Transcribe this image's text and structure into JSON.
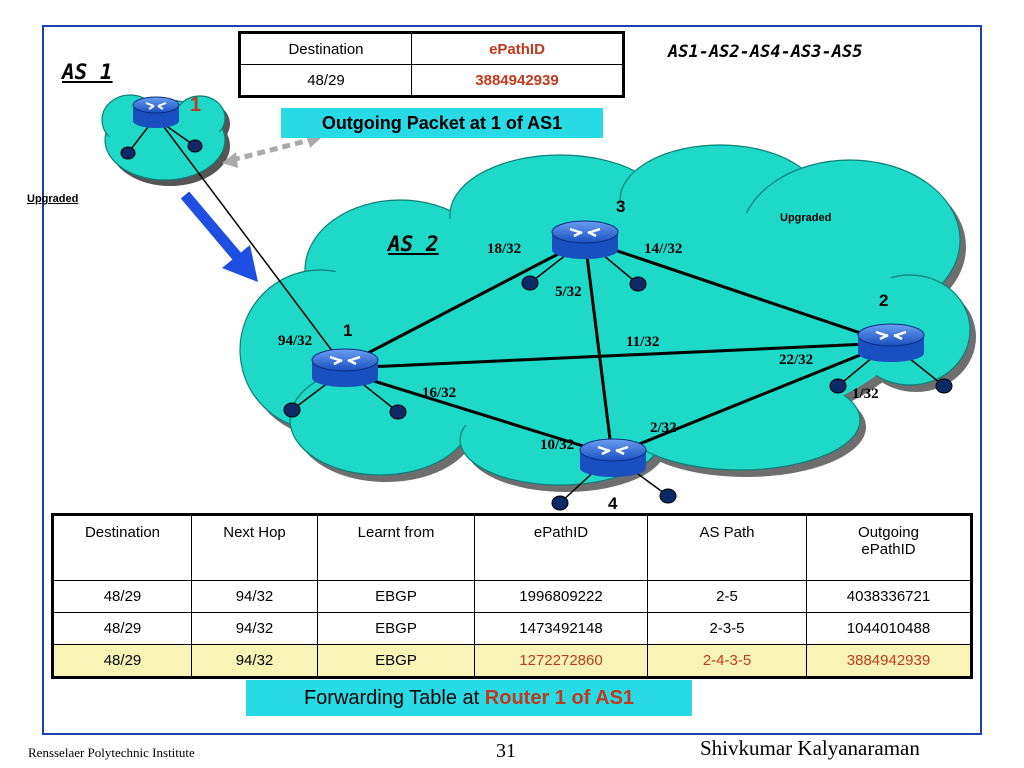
{
  "top_table": {
    "headers": [
      "Destination",
      "ePathID"
    ],
    "row": [
      "48/29",
      "3884942939"
    ]
  },
  "caption_top": "Outgoing Packet at 1 of AS1",
  "path_title": "AS1-AS2-AS4-AS3-AS5",
  "as1": {
    "label": "AS 1",
    "router_num": "1",
    "upgraded": "Upgraded"
  },
  "as2": {
    "label": "AS 2",
    "upgraded": "Upgraded",
    "routers": {
      "r1": "1",
      "r2": "2",
      "r3": "3",
      "r4": "4"
    },
    "links": {
      "l94": "94/32",
      "l18": "18/32",
      "l14": "14//32",
      "l5": "5/32",
      "l11": "11/32",
      "l22": "22/32",
      "l1": "1/32",
      "l16": "16/32",
      "l2": "2/32",
      "l10": "10/32"
    }
  },
  "forwarding_table": {
    "headers": [
      "Destination",
      "Next Hop",
      "Learnt from",
      "ePathID",
      "AS Path",
      "Outgoing ePathID"
    ],
    "rows": [
      [
        "48/29",
        "94/32",
        "EBGP",
        "1996809222",
        "2-5",
        "4038336721"
      ],
      [
        "48/29",
        "94/32",
        "EBGP",
        "1473492148",
        "2-3-5",
        "1044010488"
      ],
      [
        "48/29",
        "94/32",
        "EBGP",
        "1272272860",
        "2-4-3-5",
        "3884942939"
      ]
    ]
  },
  "caption_bottom": {
    "prefix": "Forwarding Table at ",
    "highlight": "Router 1 of AS1"
  },
  "footer": {
    "institute": "Rensselaer Polytechnic Institute",
    "page": "31",
    "author": "Shivkumar Kalyanaraman"
  },
  "colors": {
    "cloud": "#1ed8c8",
    "accent_red": "#c0391c",
    "caption_bg": "#28dae4",
    "highlight_row": "#f7f4b6",
    "arrow_blue": "#1f4fe0"
  }
}
